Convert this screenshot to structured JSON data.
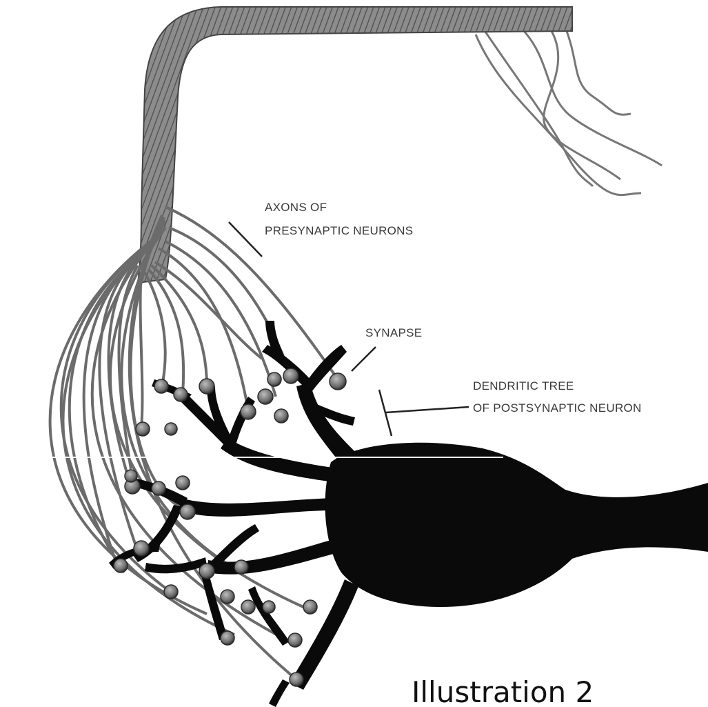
{
  "labels": {
    "axons_line1": "AXONS OF",
    "axons_line2": "PRESYNAPTIC NEURONS",
    "synapse": "SYNAPSE",
    "dendritic_line1": "DENDRITIC TREE",
    "dendritic_line2": "OF POSTSYNAPTIC NEURON"
  },
  "caption": "Illustration 2",
  "colors": {
    "background": "#ffffff",
    "axon": "#6e6e6e",
    "axon_bundle": "#5a5a5a",
    "neuron": "#0a0a0a",
    "synapse_knob": "#7a7a7a",
    "text": "#3a3a3a"
  }
}
